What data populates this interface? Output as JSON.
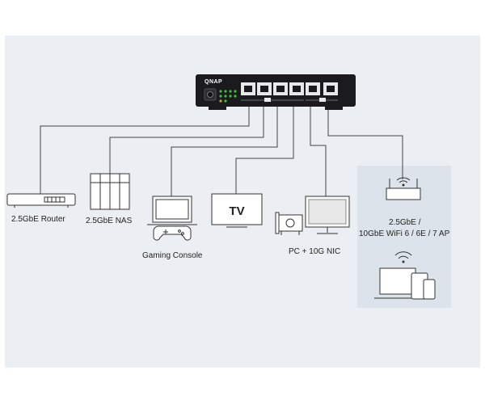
{
  "switch": {
    "brand": "QNAP"
  },
  "devices": {
    "router": {
      "label": "2.5GbE Router"
    },
    "nas": {
      "label": "2.5GbE NAS"
    },
    "console": {
      "label": "Gaming Console"
    },
    "tv": {
      "label": "TV",
      "screen_text": "TV"
    },
    "pc": {
      "label": "PC + 10G NIC"
    },
    "wifi": {
      "label_line1": "2.5GbE /",
      "label_line2": "10GbE WiFi 6 / 6E / 7 AP"
    }
  },
  "colors": {
    "background": "#ebeef2",
    "panel": "#dde3ea",
    "switch_body": "#1b1b1d",
    "line": "#444444",
    "led": "#3ec13e"
  }
}
